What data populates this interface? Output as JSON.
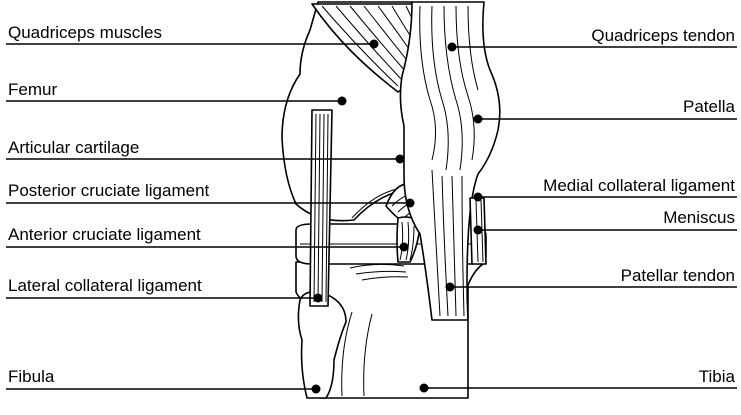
{
  "labels": {
    "quadriceps_muscles": "Quadriceps muscles",
    "femur": "Femur",
    "articular_cartilage": "Articular cartilage",
    "posterior_cruciate_ligament": "Posterior cruciate ligament",
    "anterior_cruciate_ligament": "Anterior cruciate ligament",
    "lateral_collateral_ligament": "Lateral collateral ligament",
    "fibula": "Fibula",
    "quadriceps_tendon": "Quadriceps tendon",
    "patella": "Patella",
    "medial_collateral_ligament": "Medial collateral ligament",
    "meniscus": "Meniscus",
    "patellar_tendon": "Patellar tendon",
    "tibia": "Tibia"
  }
}
